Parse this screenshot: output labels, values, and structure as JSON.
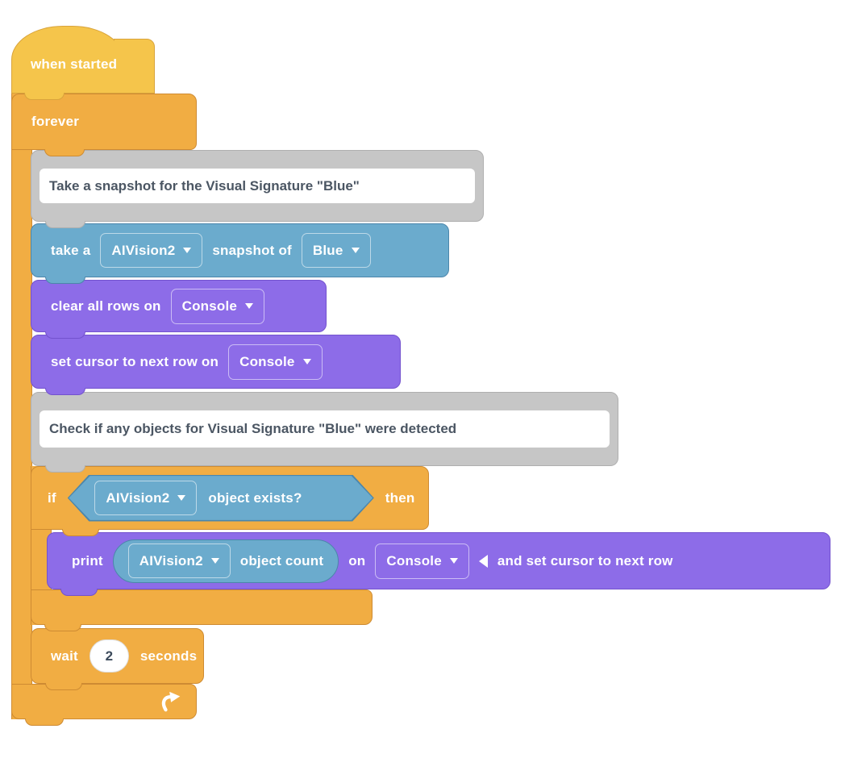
{
  "colors": {
    "event_yellow": "#F5C54B",
    "control_orange": "#F1AD43",
    "sensing_blue": "#6BABCD",
    "console_purple": "#8D6CE8",
    "comment_gray": "#C6C6C6"
  },
  "blocks": {
    "when_started": {
      "label": "when started"
    },
    "forever": {
      "label": "forever"
    },
    "comment_snapshot": {
      "text": "Take a snapshot for the Visual Signature \"Blue\""
    },
    "take_snapshot": {
      "text_1": "take a",
      "camera_dropdown": "AIVision2",
      "text_2": "snapshot of",
      "signature_dropdown": "Blue"
    },
    "clear_rows": {
      "text": "clear all rows on",
      "console_dropdown": "Console"
    },
    "set_cursor": {
      "text": "set cursor to next row on",
      "console_dropdown": "Console"
    },
    "comment_check": {
      "text": "Check if any objects for Visual Signature \"Blue\" were detected"
    },
    "if_block": {
      "text_if": "if",
      "text_then": "then"
    },
    "object_exists": {
      "camera_dropdown": "AIVision2",
      "text": "object exists?"
    },
    "print_block": {
      "text_print": "print",
      "text_on": "on",
      "console_dropdown": "Console",
      "collapsed_text": "and set cursor to next row"
    },
    "object_count": {
      "camera_dropdown": "AIVision2",
      "text": "object count"
    },
    "wait_block": {
      "text_wait": "wait",
      "value": "2",
      "text_seconds": "seconds"
    }
  }
}
